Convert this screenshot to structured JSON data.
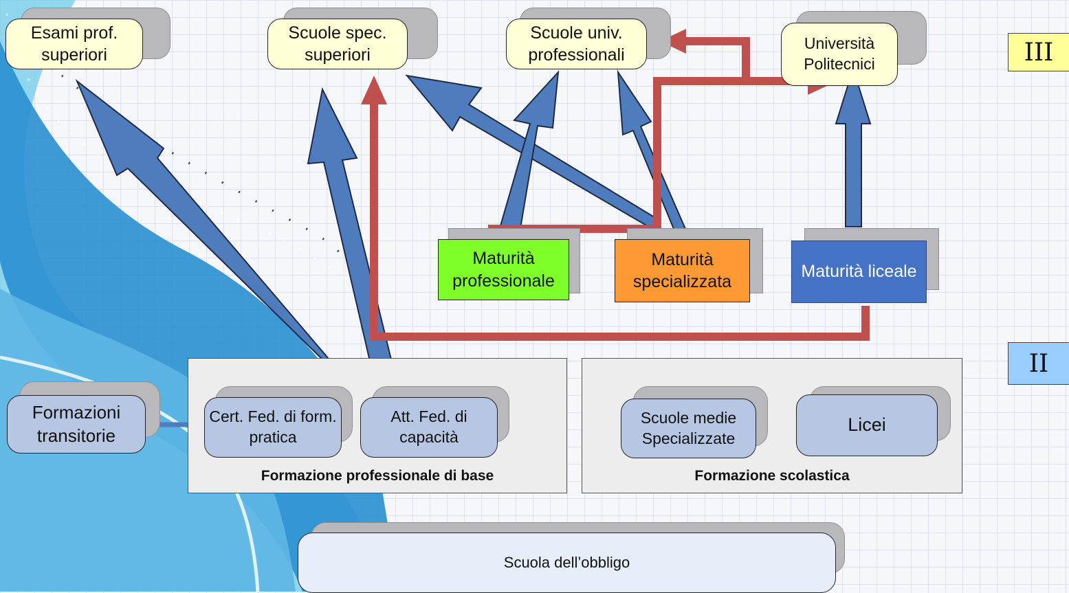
{
  "colors": {
    "blue_arrow": "#4e7cbd",
    "red_arrow": "#c0504d",
    "yellow_box": "#fffed6",
    "green": "#7fff2a",
    "orange": "#ff9933",
    "blue_box": "#4472c4",
    "level_III": "#ffff99",
    "level_II": "#99ccff"
  },
  "top": {
    "esami": "Esami prof. superiori",
    "spec": "Scuole spec. superiori",
    "univ_prof": "Scuole univ. professionali",
    "universita": "Università Politecnici"
  },
  "maturita": {
    "professionale": "Maturità professionale",
    "specializzata": "Maturità specializzata",
    "liceale": "Maturità liceale"
  },
  "levels": {
    "III": "III",
    "II": "II"
  },
  "formazioni": "Formazioni transitorie",
  "prof_base": {
    "cert": "Cert. Fed. di form. pratica",
    "att": "Att. Fed. di capacità",
    "label": "Formazione professionale di base"
  },
  "scolastica": {
    "medie": "Scuole medie Specializzate",
    "licei": "Licei",
    "label": "Formazione scolastica"
  },
  "obbligo": "Scuola dell’obbligo"
}
